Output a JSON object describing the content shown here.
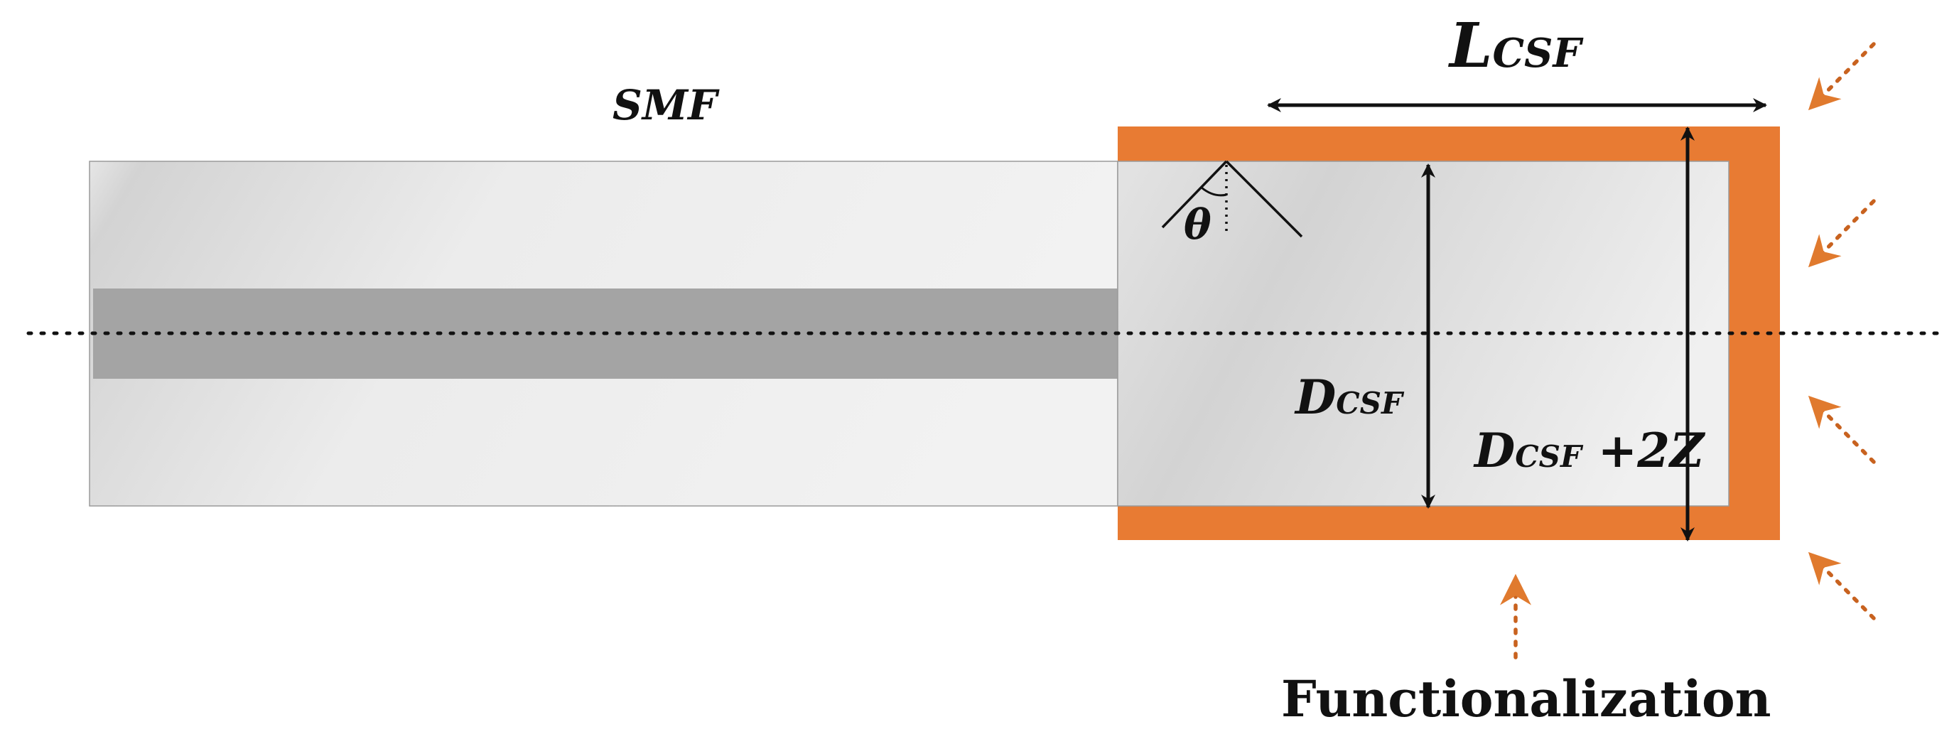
{
  "labels": {
    "smf": "SMF",
    "length_main": "L",
    "length_sub": "CSF",
    "theta": "θ",
    "diameter_main": "D",
    "diameter_sub": "CSF",
    "outer_main": "D",
    "outer_sub": "CSF",
    "outer_suffix": " +2Z",
    "functionalization": "Functionalization"
  },
  "colors": {
    "coating": "#E87B33",
    "arrow_dotted": "#C8621F",
    "cladding_light": "#EFEFEF",
    "cladding_dark": "#D6D6D6",
    "core": "#A4A4A4",
    "stroke": "#111111"
  }
}
